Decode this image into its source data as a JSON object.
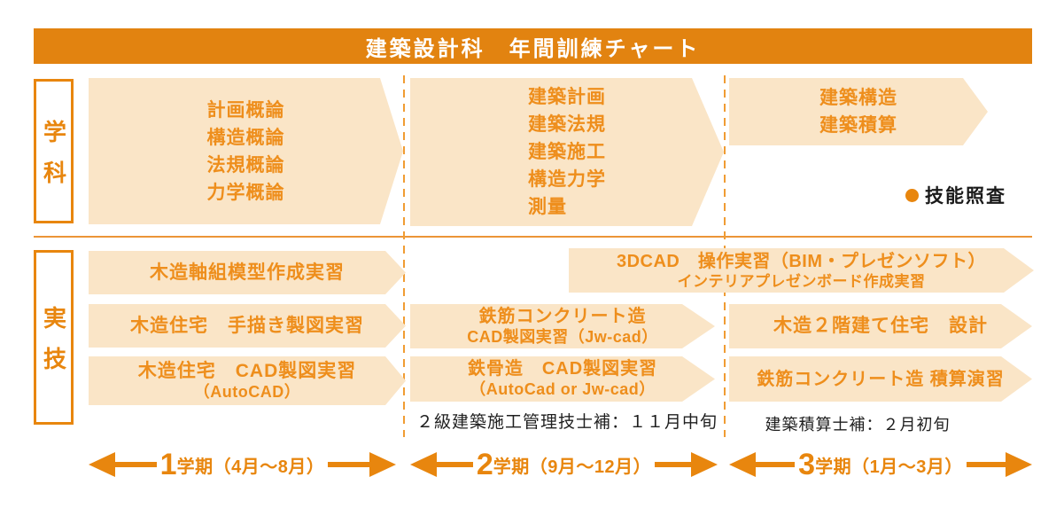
{
  "title": "建築設計科　年間訓練チャート",
  "colors": {
    "banner": "#E28310",
    "accent": "#E8860E",
    "arrow_fill": "#FAE5C7",
    "arrow_text": "#EE8E1C",
    "dashed_divider": "#F09C33",
    "ink": "#1F1F1F"
  },
  "sections": {
    "academic_label": "学科",
    "practical_label": "実技"
  },
  "academic": {
    "term1_lines": [
      "計画概論",
      "構造概論",
      "法規概論",
      "力学概論"
    ],
    "term2_lines": [
      "建築計画",
      "建築法規",
      "建築施工",
      "構造力学",
      "測量"
    ],
    "term3_lines": [
      "建築構造",
      "建築積算"
    ],
    "skill_check": "技能照査"
  },
  "practical": {
    "model_practice": "木造軸組模型作成実習",
    "hand_drafting": "木造住宅　手描き製図実習",
    "wood_cad_line1": "木造住宅　CAD製図実習",
    "wood_cad_line2": "（AutoCAD）",
    "cad3d_line1": "3DCAD　操作実習（BIM・プレゼンソフト）",
    "cad3d_line2": "インテリアプレゼンボード作成実習",
    "rc_cad_line1": "鉄筋コンクリート造",
    "rc_cad_line2": "CAD製図実習（Jw-cad）",
    "steel_cad_line1": "鉄骨造　CAD製図実習",
    "steel_cad_line2": "（AutoCad or Jw-cad）",
    "wood_design": "木造２階建て住宅　設計",
    "rc_estimation": "鉄筋コンクリート造 積算演習",
    "term2_note": "２級建築施工管理技士補：１１月中旬",
    "term3_note": "建築積算士補：２月初旬"
  },
  "terms": [
    {
      "number": "1",
      "label": "学期（4月～8月）"
    },
    {
      "number": "2",
      "label": "学期（9月～12月）"
    },
    {
      "number": "3",
      "label": "学期（1月～3月）"
    }
  ]
}
